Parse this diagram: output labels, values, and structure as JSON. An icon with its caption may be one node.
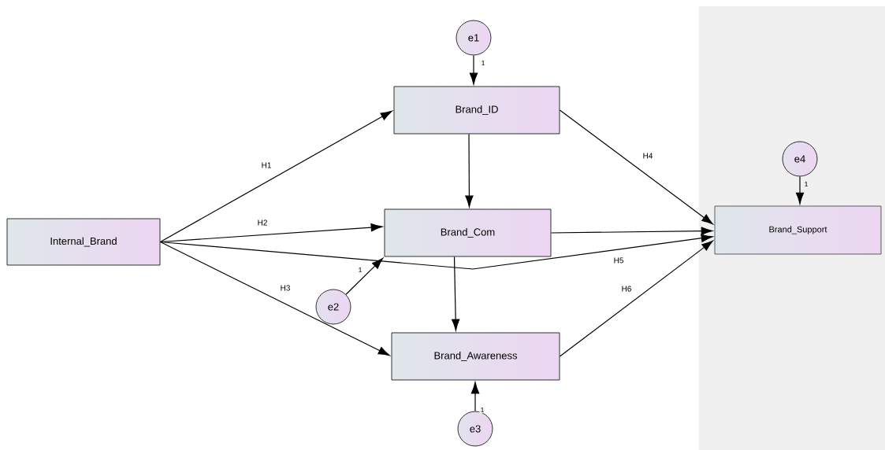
{
  "diagram": {
    "nodes": [
      {
        "text": [
          "Internal_Brand"
        ]
      },
      {
        "text": [
          "Brand_ID"
        ]
      },
      {
        "text": [
          "Brand_Com"
        ]
      },
      {
        "text": [
          "Brand_Awareness"
        ]
      },
      {
        "text": [
          "Brand_Support"
        ]
      },
      {
        "text": [
          "e1"
        ]
      },
      {
        "text": [
          "e2"
        ]
      },
      {
        "text": [
          "e3"
        ]
      },
      {
        "text": [
          "e4"
        ]
      }
    ],
    "edges": [
      {
        "from": 0,
        "to": 1,
        "arrow": "to",
        "label": "H1"
      },
      {
        "from": 0,
        "to": 2,
        "arrow": "to",
        "label": "H2"
      },
      {
        "from": 0,
        "to": 4,
        "arrow": "to",
        "label": "H5"
      },
      {
        "from": 0,
        "to": 3,
        "arrow": "to",
        "label": "H3"
      },
      {
        "from": 1,
        "to": 4,
        "arrow": "to",
        "label": "H4"
      },
      {
        "from": 2,
        "to": 4,
        "arrow": "to"
      },
      {
        "from": 3,
        "to": 4,
        "arrow": "to",
        "label": "H6"
      },
      {
        "from": 1,
        "to": 2,
        "arrow": "to"
      },
      {
        "from": 2,
        "to": 3,
        "arrow": "to"
      },
      {
        "from": 5,
        "to": 1,
        "arrow": "to",
        "label": "1"
      },
      {
        "from": 6,
        "to": 2,
        "arrow": "to",
        "label": "1"
      },
      {
        "from": 7,
        "to": 3,
        "arrow": "to",
        "label": "1"
      },
      {
        "from": 8,
        "to": 4,
        "arrow": "to",
        "label": "1"
      }
    ]
  }
}
